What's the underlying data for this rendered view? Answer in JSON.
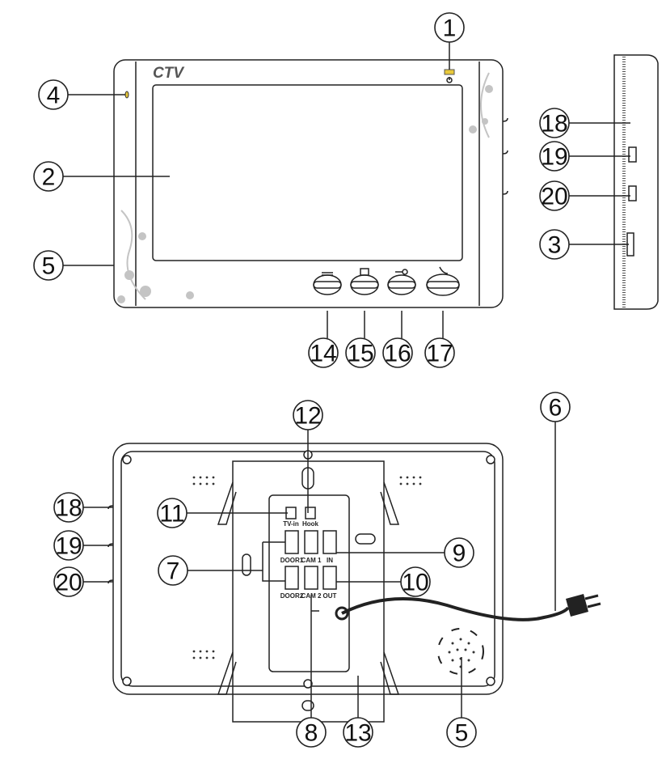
{
  "front": {
    "logo": "CTV",
    "buttons": [
      "monitor-switch",
      "photo",
      "door-unlock",
      "talk"
    ]
  },
  "back_labels": {
    "tv_in": "TV-in",
    "hook": "Hook",
    "door1": "DOOR1",
    "cam1": "CAM 1",
    "in": "IN",
    "door2": "DOOR2",
    "cam2": "CAM 2",
    "out": "OUT"
  },
  "callouts": {
    "c1": "1",
    "c2": "2",
    "c3": "3",
    "c4": "4",
    "c5": "5",
    "c5b": "5",
    "c6": "6",
    "c7": "7",
    "c8": "8",
    "c9": "9",
    "c10": "10",
    "c11": "11",
    "c12": "12",
    "c13": "13",
    "c14": "14",
    "c15": "15",
    "c16": "16",
    "c17": "17",
    "c18": "18",
    "c19": "19",
    "c20": "20",
    "c18b": "18",
    "c19b": "19",
    "c20b": "20"
  },
  "colors": {
    "led": "#e8c83a",
    "outline": "#222222",
    "floral": "#bdbdbd"
  }
}
